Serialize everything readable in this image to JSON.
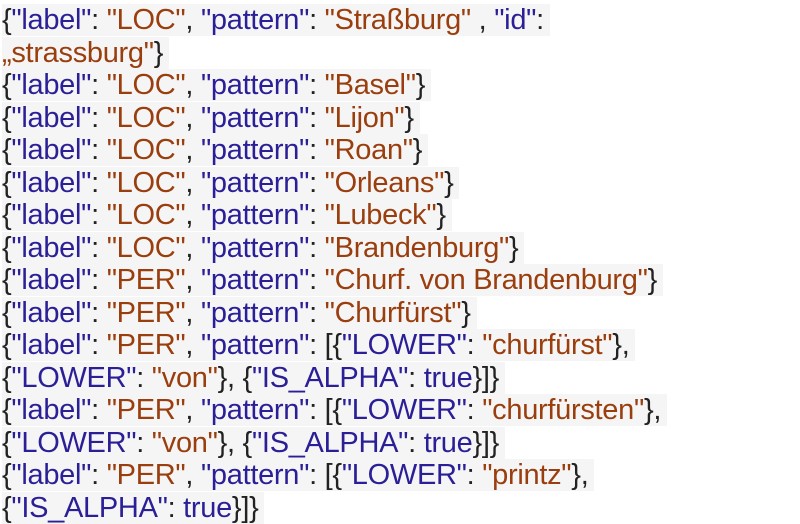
{
  "lines": [
    "{\"label\": \"LOC\", \"pattern\": \"Straßburg\" , \"id\":",
    "„strassburg\"}",
    "{\"label\": \"LOC\", \"pattern\": \"Basel\"}",
    "{\"label\": \"LOC\", \"pattern\": \"Lijon\"}",
    "{\"label\": \"LOC\", \"pattern\": \"Roan\"}",
    "{\"label\": \"LOC\", \"pattern\": \"Orleans\"}",
    "{\"label\": \"LOC\", \"pattern\": \"Lubeck\"}",
    "{\"label\": \"LOC\", \"pattern\": \"Brandenburg\"}",
    "{\"label\": \"PER\", \"pattern\": \"Churf. von Brandenburg\"}",
    "{\"label\": \"PER\", \"pattern\": \"Churfürst\"}",
    "{\"label\": \"PER\", \"pattern\": [{\"LOWER\": \"churfürst\"},",
    "{\"LOWER\": \"von\"}, {\"IS_ALPHA\": true}]}",
    "{\"label\": \"PER\", \"pattern\": [{\"LOWER\": \"churfürsten\"},",
    "{\"LOWER\": \"von\"}, {\"IS_ALPHA\": true}]}",
    "{\"label\": \"PER\", \"pattern\": [{\"LOWER\": \"printz\"},",
    "{\"IS_ALPHA\": true}]}"
  ],
  "colors": {
    "key": "#2a1f96",
    "value": "#9a3e0e",
    "punct": "#222222",
    "background": "#f5f5f5"
  }
}
